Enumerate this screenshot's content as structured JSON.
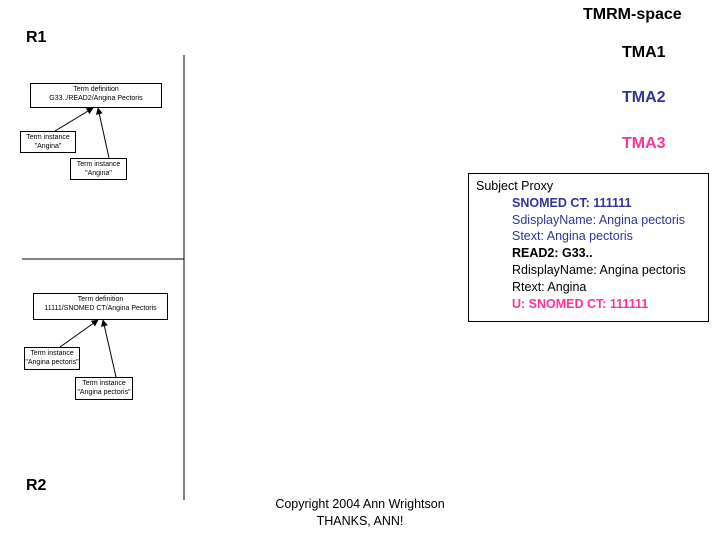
{
  "header": {
    "title": "TMRM-space"
  },
  "regions": {
    "r1": "R1",
    "r2": "R2"
  },
  "tmas": [
    {
      "label": "TMA1",
      "color": "#000000"
    },
    {
      "label": "TMA2",
      "color": "#333399"
    },
    {
      "label": "TMA3",
      "color": "#ff3399"
    }
  ],
  "r1": {
    "definition": {
      "line1": "Term definition",
      "line2": "G33../READ2/Angina Pectoris"
    },
    "instance_a": {
      "line1": "Term instance",
      "line2": "\"Angina\""
    },
    "instance_b": {
      "line1": "Term instance",
      "line2": "\"Angina\""
    }
  },
  "r2": {
    "definition": {
      "line1": "Term definition",
      "line2": "11111/SNOMED CT/Angina Pectoris"
    },
    "instance_a": {
      "line1": "Term instance",
      "line2": "\"Angina pectoris\""
    },
    "instance_b": {
      "line1": "Term instance",
      "line2": "\"Angina pectoris\""
    }
  },
  "proxy": {
    "title": "Subject Proxy",
    "lines": [
      {
        "text": "SNOMED CT: 111111",
        "color": "#333399",
        "bold": true
      },
      {
        "text": "SdisplayName: Angina pectoris",
        "color": "#333399",
        "bold": false
      },
      {
        "text": "Stext: Angina pectoris",
        "color": "#333399",
        "bold": false
      },
      {
        "text": "READ2: G33..",
        "color": "#000000",
        "bold": true
      },
      {
        "text": "RdisplayName: Angina pectoris",
        "color": "#000000",
        "bold": false
      },
      {
        "text": "Rtext: Angina",
        "color": "#000000",
        "bold": false
      },
      {
        "text": "U: SNOMED CT: 111111",
        "color": "#ff3399",
        "bold": true
      }
    ]
  },
  "footer": {
    "line1": "Copyright 2004 Ann Wrightson",
    "line2": "THANKS, ANN!"
  }
}
